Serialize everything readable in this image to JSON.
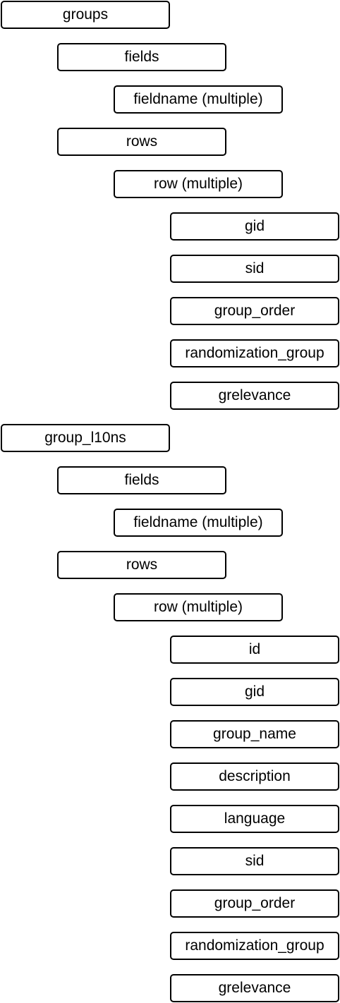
{
  "diagram": {
    "nodes": [
      {
        "label": "groups",
        "level": 0
      },
      {
        "label": "fields",
        "level": 1
      },
      {
        "label": "fieldname (multiple)",
        "level": 2
      },
      {
        "label": "rows",
        "level": 1
      },
      {
        "label": "row (multiple)",
        "level": 2
      },
      {
        "label": "gid",
        "level": 3
      },
      {
        "label": "sid",
        "level": 3
      },
      {
        "label": "group_order",
        "level": 3
      },
      {
        "label": "randomization_group",
        "level": 3
      },
      {
        "label": "grelevance",
        "level": 3
      },
      {
        "label": "group_l10ns",
        "level": 0
      },
      {
        "label": "fields",
        "level": 1
      },
      {
        "label": "fieldname (multiple)",
        "level": 2
      },
      {
        "label": "rows",
        "level": 1
      },
      {
        "label": "row (multiple)",
        "level": 2
      },
      {
        "label": "id",
        "level": 3
      },
      {
        "label": "gid",
        "level": 3
      },
      {
        "label": "group_name",
        "level": 3
      },
      {
        "label": "description",
        "level": 3
      },
      {
        "label": "language",
        "level": 3
      },
      {
        "label": "sid",
        "level": 3
      },
      {
        "label": "group_order",
        "level": 3
      },
      {
        "label": "randomization_group",
        "level": 3
      },
      {
        "label": "grelevance",
        "level": 3
      }
    ]
  }
}
